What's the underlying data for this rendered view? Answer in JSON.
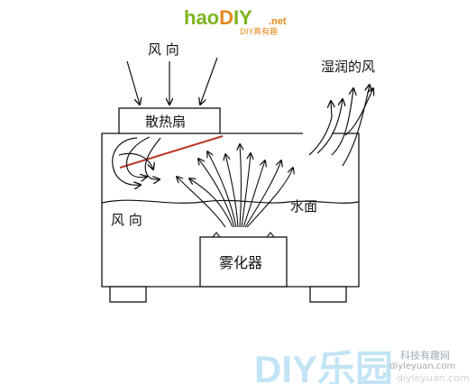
{
  "logo": {
    "part1": "hao",
    "part2": "D",
    "part3": "IY",
    "suffix": ".net",
    "tagline": "DIY真有趣"
  },
  "labels": {
    "wind_top": "风 向",
    "fan": "散热扇",
    "humid_wind": "湿润的风",
    "wind_side": "风 向",
    "water_surface": "水面",
    "atomizer": "雾化器"
  },
  "watermark": {
    "big": "DIY乐园",
    "line1": "科技有趣网",
    "line2": "diyleyuan.com",
    "site": "diyleyuan.com"
  },
  "colors": {
    "line": "#111111",
    "heat_plate": "#b83a2a",
    "logo_green": "#7cb51f",
    "logo_orange": "#e8891c",
    "watermark": "#bfe3f5"
  }
}
